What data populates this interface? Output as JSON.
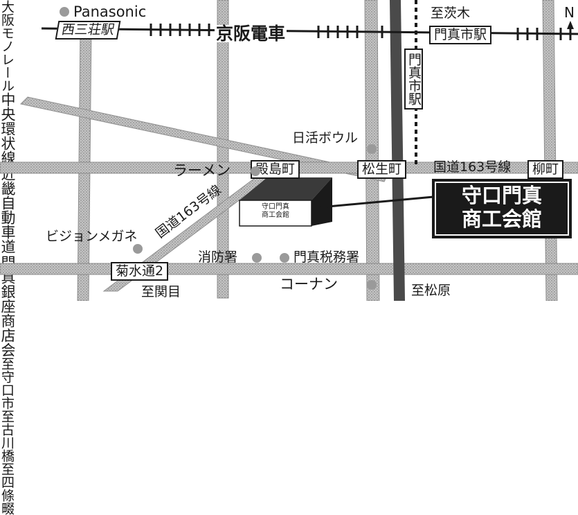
{
  "stations": {
    "nishisanso": "西三荘駅",
    "kadomashi": "門真市駅",
    "kadomashi_monorail": "門真市駅"
  },
  "railways": {
    "keihan": "京阪電車",
    "monorail": "大阪モノレール"
  },
  "roads": {
    "chuo_kanjo": "中央環状線",
    "kinki_expressway": "近畿自動車道",
    "route163": "国道163号線",
    "route163_diag": "国道163号線",
    "kikusui": "菊水通2"
  },
  "shopping": {
    "ginza": "門真銀座商店会"
  },
  "directions": {
    "moriguchi": "至守口市",
    "ibaraki": "至茨木",
    "furukawabashi": "至古川橋",
    "shijonawate": "至四條畷",
    "sekime": "至関目",
    "matsubara": "至松原",
    "north": "N"
  },
  "intersections": {
    "tonoshima": "殿島町",
    "matsuo": "松生町",
    "yanagi": "柳町"
  },
  "landmarks": {
    "panasonic": "Panasonic",
    "nikkatsu_bowl": "日活ボウル",
    "ramen": "ラーメン",
    "vision_megane": "ビジョンメガネ",
    "fire_station": "消防署",
    "tax_office": "門真税務署",
    "konan": "コーナン"
  },
  "destination": {
    "building_label": "守口門真商工会館",
    "building_line1": "守口門真",
    "building_line2": "商工会館",
    "callout_line1": "守口門真",
    "callout_line2": "商工会館"
  },
  "colors": {
    "road": "#b5b5b5",
    "expressway": "#4a4a4a",
    "ink": "#1a1a1a",
    "callout_bg": "#1a1a1a",
    "callout_text": "#ffffff"
  }
}
